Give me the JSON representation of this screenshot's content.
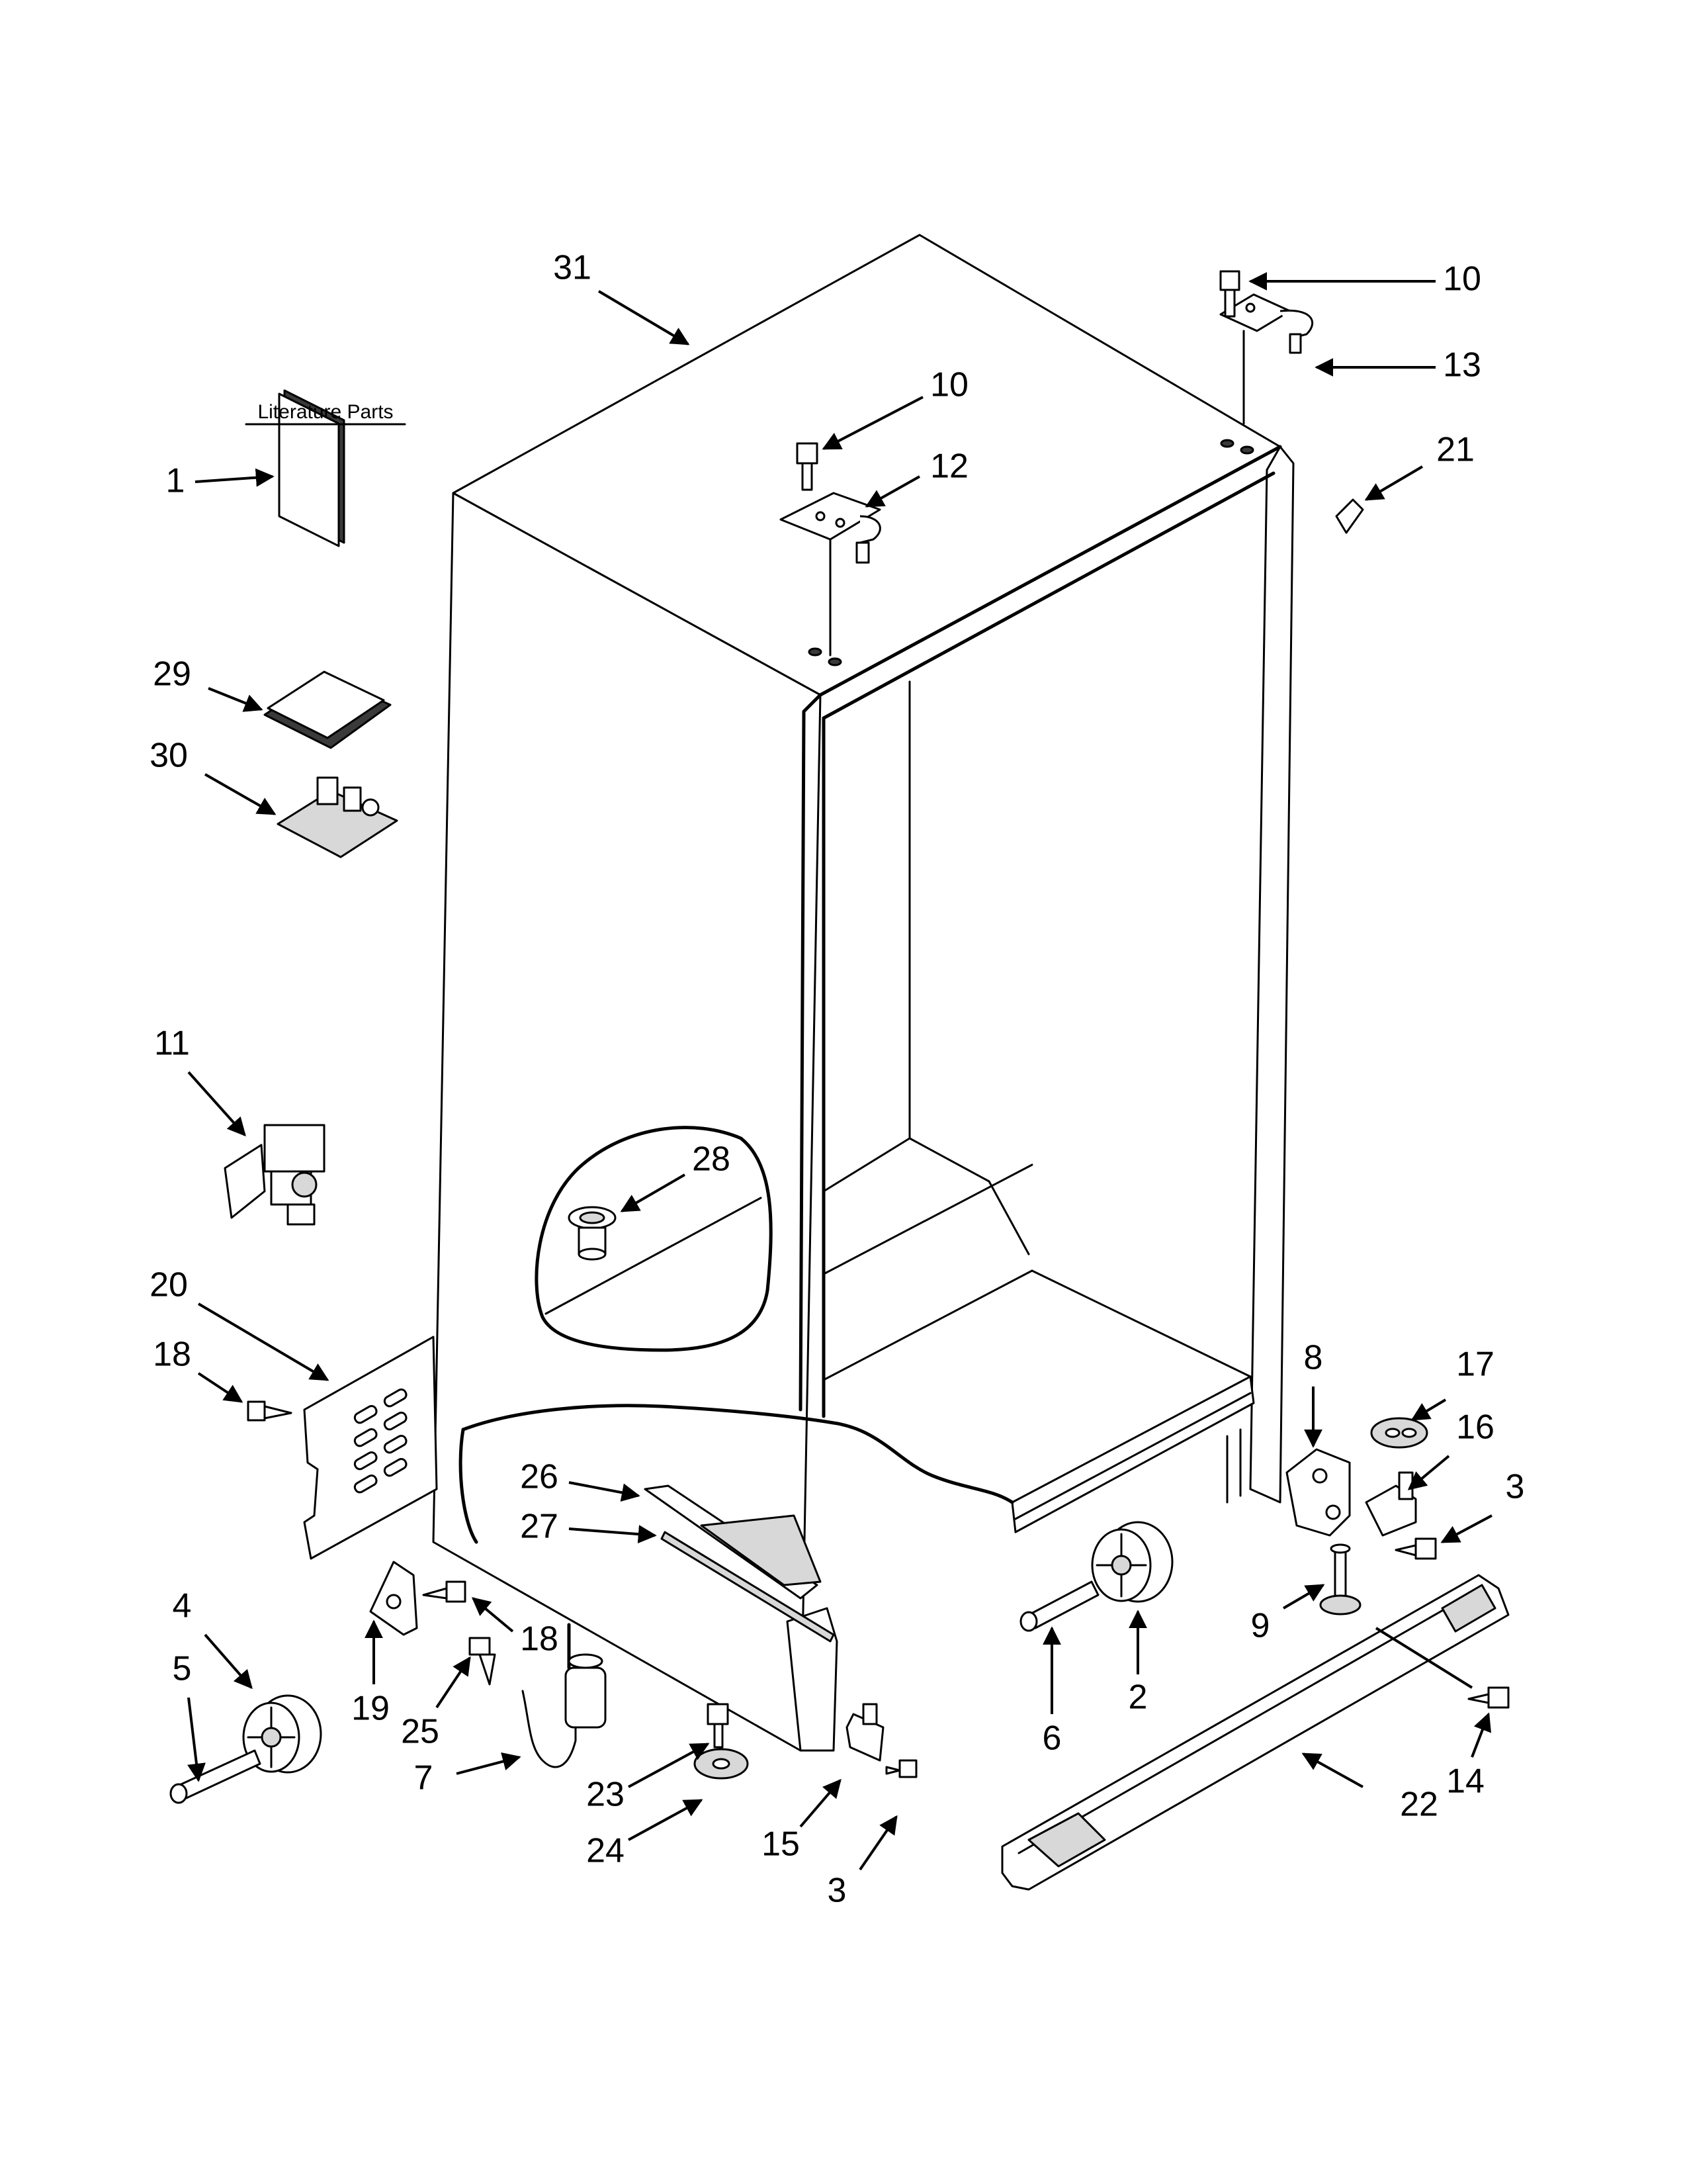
{
  "diagram": {
    "literature_label": "Literature Parts",
    "callouts": [
      {
        "id": "c31",
        "text": "31"
      },
      {
        "id": "c10a",
        "text": "10"
      },
      {
        "id": "c13",
        "text": "13"
      },
      {
        "id": "c21",
        "text": "21"
      },
      {
        "id": "c10b",
        "text": "10"
      },
      {
        "id": "c12",
        "text": "12"
      },
      {
        "id": "c1",
        "text": "1"
      },
      {
        "id": "c29",
        "text": "29"
      },
      {
        "id": "c30",
        "text": "30"
      },
      {
        "id": "c11",
        "text": "11"
      },
      {
        "id": "c28",
        "text": "28"
      },
      {
        "id": "c20",
        "text": "20"
      },
      {
        "id": "c18a",
        "text": "18"
      },
      {
        "id": "c26",
        "text": "26"
      },
      {
        "id": "c27",
        "text": "27"
      },
      {
        "id": "c8",
        "text": "8"
      },
      {
        "id": "c17",
        "text": "17"
      },
      {
        "id": "c16",
        "text": "16"
      },
      {
        "id": "c3a",
        "text": "3"
      },
      {
        "id": "c9",
        "text": "9"
      },
      {
        "id": "c4",
        "text": "4"
      },
      {
        "id": "c5",
        "text": "5"
      },
      {
        "id": "c19",
        "text": "19"
      },
      {
        "id": "c18b",
        "text": "18"
      },
      {
        "id": "c25",
        "text": "25"
      },
      {
        "id": "c7",
        "text": "7"
      },
      {
        "id": "c23",
        "text": "23"
      },
      {
        "id": "c24",
        "text": "24"
      },
      {
        "id": "c15",
        "text": "15"
      },
      {
        "id": "c3b",
        "text": "3"
      },
      {
        "id": "c6",
        "text": "6"
      },
      {
        "id": "c2",
        "text": "2"
      },
      {
        "id": "c14",
        "text": "14"
      },
      {
        "id": "c22",
        "text": "22"
      }
    ]
  }
}
